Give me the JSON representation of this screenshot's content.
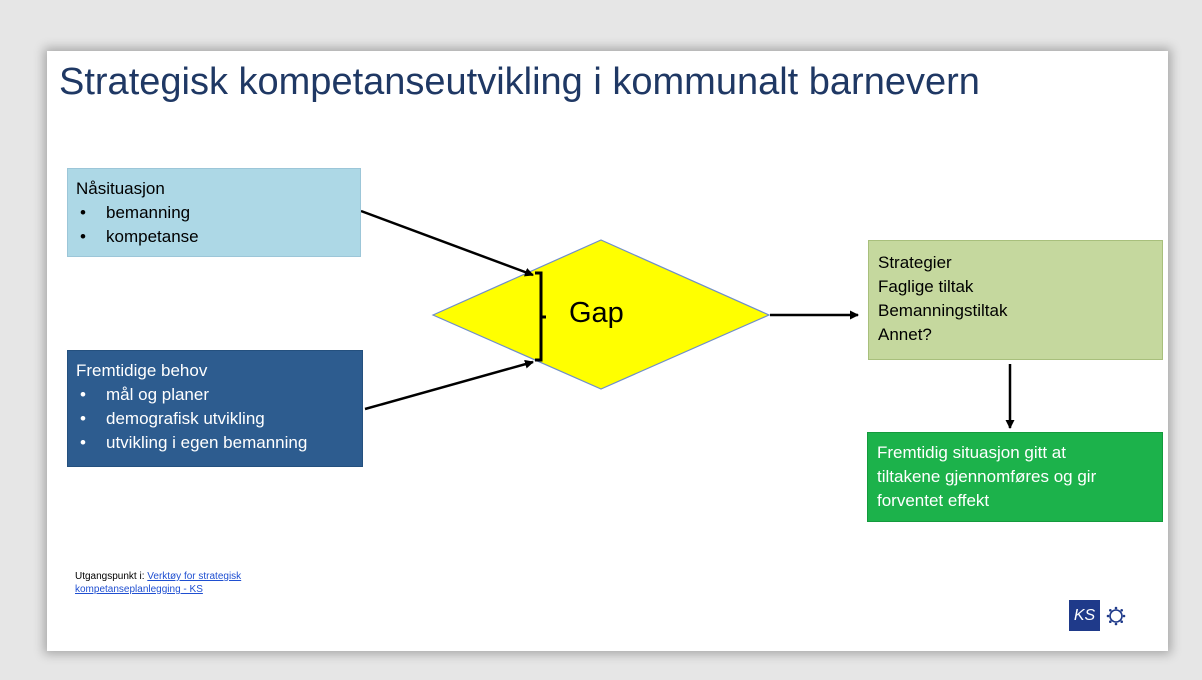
{
  "title": "Strategisk kompetanseutvikling i kommunalt barnevern",
  "current": {
    "heading": "Nåsituasjon",
    "items": [
      "bemanning",
      "kompetanse"
    ]
  },
  "future_needs": {
    "heading": "Fremtidige behov",
    "items": [
      "mål og planer",
      "demografisk utvikling",
      "utvikling i egen bemanning"
    ]
  },
  "gap": {
    "label": "Gap"
  },
  "strategies": {
    "lines": [
      "Strategier",
      "Faglige tiltak",
      "Bemanningstiltak",
      "Annet?"
    ]
  },
  "future_state": {
    "lines": [
      "Fremtidig situasjon gitt at",
      "tiltakene gjennomføres og gir",
      "forventet effekt"
    ]
  },
  "source": {
    "prefix": "Utgangspunkt i: ",
    "link_line1": "Verktøy for strategisk",
    "link_line2": "kompetanseplanlegging - KS"
  },
  "logo": {
    "text": "KS"
  },
  "colors": {
    "title": "#1f3864",
    "current_box": "#add8e6",
    "future_box": "#2d5c8f",
    "gap_diamond": "#ffff00",
    "strategy_box": "#c5d89e",
    "target_box": "#1cb24b"
  }
}
